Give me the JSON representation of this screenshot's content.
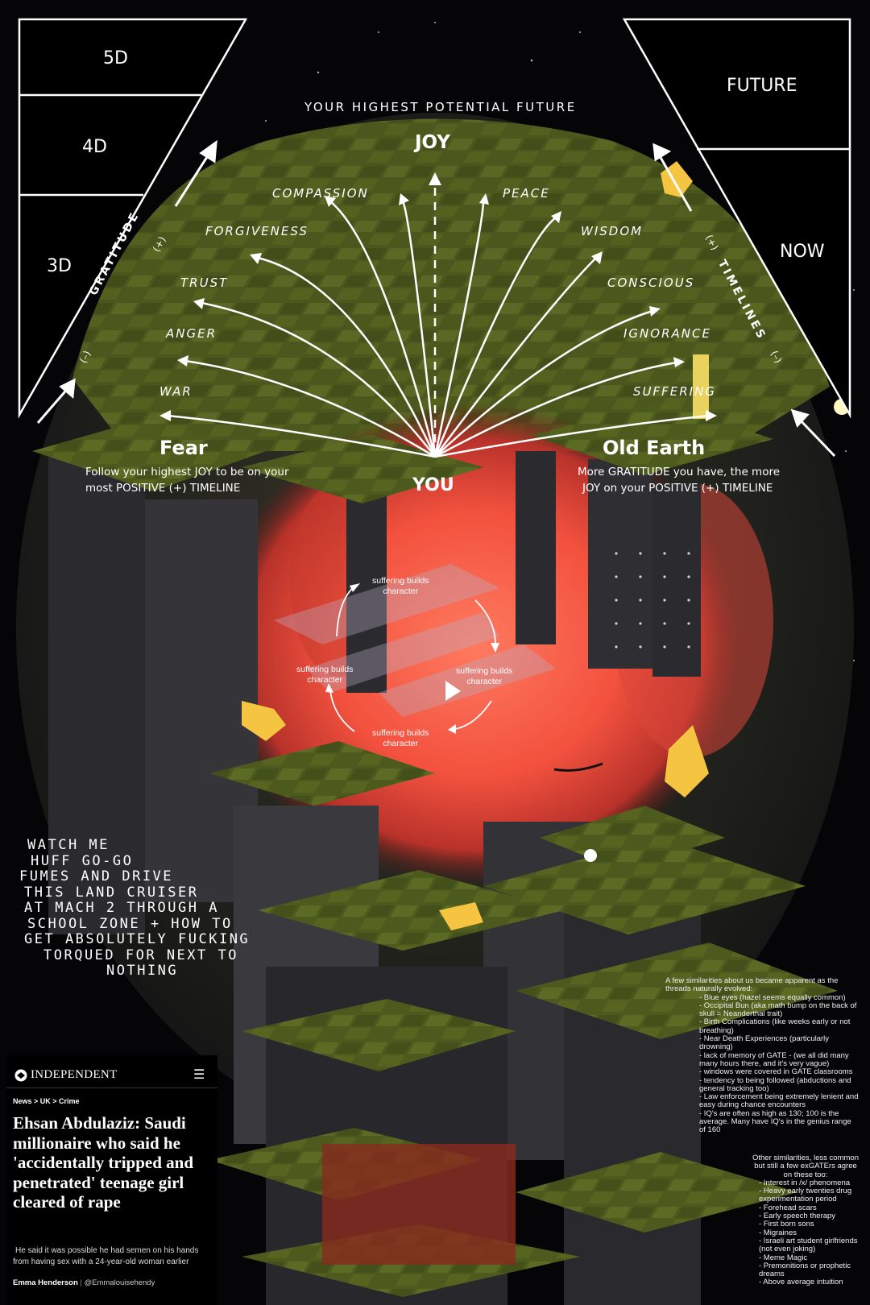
{
  "pyramid_left": {
    "levels": [
      "5D",
      "4D",
      "3D"
    ],
    "side_label": "GRATITUDE",
    "plus": "(+)",
    "minus": "(–)"
  },
  "pyramid_right": {
    "levels": [
      "FUTURE",
      "NOW"
    ],
    "side_label": "TIMELINES",
    "plus": "(+)",
    "minus": "(–)"
  },
  "header": {
    "subtitle": "YOUR HIGHEST POTENTIAL FUTURE",
    "top": "JOY"
  },
  "values_left": [
    "COMPASSION",
    "FORGIVENESS",
    "TRUST",
    "ANGER",
    "WAR"
  ],
  "values_right": [
    "PEACE",
    "WISDOM",
    "CONSCIOUS",
    "IGNORANCE",
    "SUFFERING"
  ],
  "fear": {
    "title": "Fear",
    "text_line1": "Follow your highest JOY to be on your",
    "text_line2": "most POSITIVE (+) TIMELINE"
  },
  "old_earth": {
    "title": "Old Earth",
    "text_line1": "More GRATITUDE you have, the more",
    "text_line2": "JOY on your POSITIVE (+) TIMELINE"
  },
  "center": {
    "you": "YOU"
  },
  "cycle": {
    "top": "suffering builds\ncharacter",
    "left": "suffering builds\ncharacter",
    "right": "suffering builds\ncharacter",
    "bottom": "suffering builds\ncharacter"
  },
  "caption_lines": [
    "WATCH ME",
    "HUFF GO-GO",
    "FUMES AND DRIVE",
    "THIS LAND CRUISER",
    "AT MACH 2 THROUGH A",
    "SCHOOL ZONE + HOW TO",
    "GET ABSOLUTELY FUCKING",
    "TORQUED FOR NEXT TO",
    "NOTHING"
  ],
  "notes": {
    "intro": "A few similarities about us became apparent as the threads naturally evolved:",
    "items": [
      "- Blue eyes (hazel seems equally common)",
      "- Occipital Bun (aka math bump on the back of skull = Neanderthal trait)",
      "- Birth Complications (like weeks early or not breathing)",
      "- Near Death Experiences (particularly drowning)",
      "- lack of memory of GATE - (we all did many many hours there, and it's very vague)",
      "- windows were covered in GATE classrooms",
      "- tendency to being followed (abductions and general tracking too)",
      "- Law enforcement being extremely lenient and easy during chance encounters",
      "- IQ's are often as high as 130; 100 is the average. Many have IQ's in the genius range of 160"
    ],
    "intro2": "Other similarities, less common but still a few exGATErs agree on these too:",
    "items2": [
      "- Interest in /x/ phenomena",
      "- Heavy early twenties drug experimentation period",
      "- Forehead scars",
      "- Early speech therapy",
      "- First born sons",
      "- Migraines",
      "- Israeli art student girlfriends (not even joking)",
      "- Meme Magic",
      "- Premonitions or prophetic dreams",
      "- Above average intuition"
    ]
  },
  "news": {
    "brand": "INDEPENDENT",
    "breadcrumb": "News > UK > Crime",
    "headline": "Ehsan Abdulaziz: Saudi millionaire who said he 'accidentally tripped and penetrated' teenage girl cleared of rape",
    "subhead": "He said it was possible he had semen on his hands from having sex with a 24-year-old woman earlier",
    "author": "Emma Henderson",
    "handle": "@Emmalouisehendy"
  },
  "colors": {
    "platform": "#4e5a1e",
    "platform_light": "#66762a",
    "stone": "#2d2c30",
    "glow": "#ff5a42",
    "background": "#050507"
  }
}
